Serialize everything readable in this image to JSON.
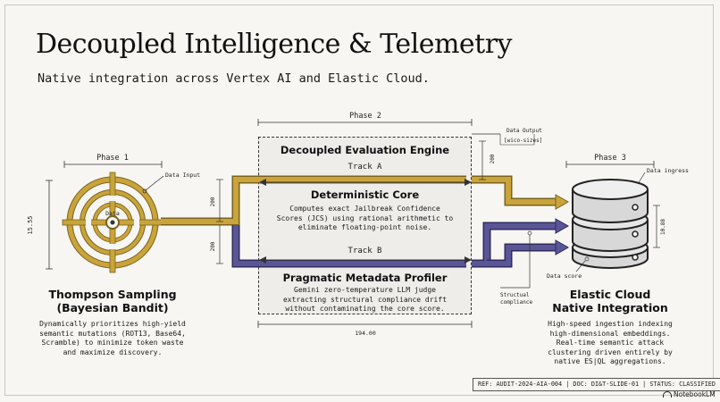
{
  "header": {
    "title": "Decoupled Intelligence & Telemetry",
    "subtitle": "Native integration across Vertex AI and Elastic Cloud."
  },
  "phase1": {
    "label": "Phase 1",
    "data_input": "Data Input",
    "data": "Data",
    "dimension": "15.55",
    "heading_line1": "Thompson Sampling",
    "heading_line2": "(Bayesian Bandit)",
    "desc_lines": [
      "Dynamically prioritizes high-yield",
      "semantic mutations (ROT13, Base64,",
      "Scramble) to minimize token waste",
      "and maximize discovery."
    ]
  },
  "phase2": {
    "label": "Phase 2",
    "engine_title": "Decoupled Evaluation Engine",
    "width_dim": "194.00",
    "dim_top": "200",
    "dim_mid": "200",
    "dim_low": "200",
    "track_a": {
      "label": "Track A",
      "heading": "Deterministic Core",
      "desc_lines": [
        "Computes exact Jailbreak Confidence",
        "Scores (JCS) using rational arithmetic to",
        "eliminate floating-point noise."
      ]
    },
    "track_b": {
      "label": "Track B",
      "heading": "Pragmatic Metadata Profiler",
      "desc_lines": [
        "Gemini zero-temperature LLM judge",
        "extracting structural compliance drift",
        "without contaminating the core score."
      ]
    },
    "data_output_line1": "Data Output",
    "data_output_line2": "[wico-sizes]",
    "structural_line1": "Structual",
    "structural_line2": "compliance"
  },
  "phase3": {
    "label": "Phase 3",
    "data_ingress": "Data ingress",
    "data_score": "Data score",
    "dimension": "10.88",
    "heading_line1": "Elastic Cloud",
    "heading_line2": "Native Integration",
    "desc_lines": [
      "High-speed ingestion indexing",
      "high-dimensional embeddings.",
      "Real-time semantic attack",
      "clustering driven entirely by",
      "native ES|QL aggregations."
    ]
  },
  "footer": {
    "ref": "REF: AUDIT-2024-AIA-004 | DOC: DI&T-SLIDE-01 | STATUS: CLASSIFIED",
    "brand": "NotebookLM"
  },
  "colors": {
    "gold": "#c9a43a",
    "gold_dark": "#7a6220",
    "purple": "#4a4682",
    "purple_light": "#8f89c4",
    "background": "#f7f6f2"
  }
}
